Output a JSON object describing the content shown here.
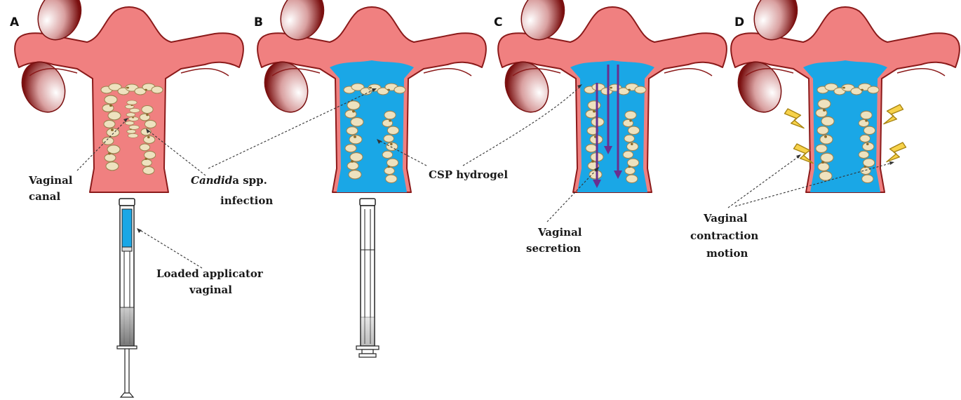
{
  "panels": {
    "a": "A",
    "b": "B",
    "c": "C",
    "d": "D"
  },
  "labels": {
    "vaginal_canal": [
      "Vaginal",
      "canal"
    ],
    "candida_italic": "Candid",
    "candida_rest": "a spp.",
    "infection": "infection",
    "applicator": [
      "Loaded applicator",
      "vaginal"
    ],
    "hydrogel": "CSP hydrogel",
    "secretion": [
      "Vaginal",
      "secretion"
    ],
    "contraction": [
      "Vaginal",
      "contraction",
      "motion"
    ]
  },
  "colors": {
    "uterus_fill": "#f08080",
    "uterus_outline": "#8b1a1a",
    "hydrogel": "#1aa7e6",
    "candida": "#eee2bf",
    "candida_outline": "#9c8350",
    "secretion_arrow": "#6a2f8f",
    "lightning": "#f7d24a",
    "lightning_outline": "#a88412"
  }
}
